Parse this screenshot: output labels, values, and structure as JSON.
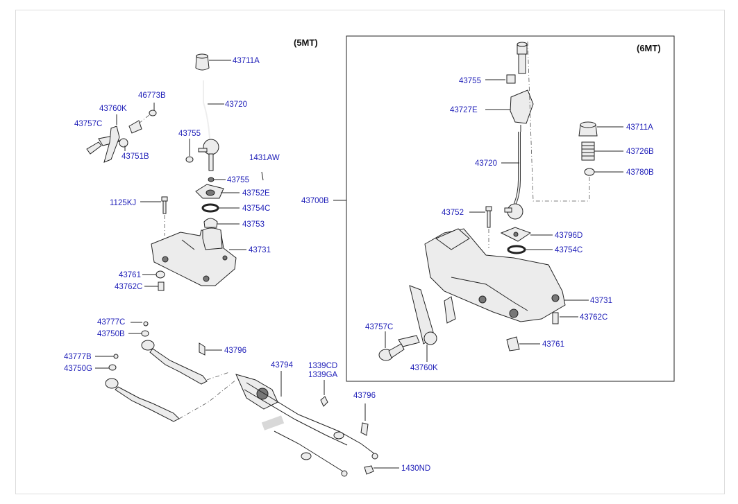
{
  "headers": {
    "mt5": "(5MT)",
    "mt6": "(6MT)"
  },
  "labels": {
    "p43711A_5": "43711A",
    "p43720_5": "43720",
    "p46773B": "46773B",
    "p43760K_5": "43760K",
    "p43757C_5": "43757C",
    "p43751B": "43751B",
    "p43755_5a": "43755",
    "p1431AW": "1431AW",
    "p43755_5b": "43755",
    "p43752E": "43752E",
    "p1125KJ": "1125KJ",
    "p43754C_5": "43754C",
    "p43753": "43753",
    "p43731_5": "43731",
    "p43761_5": "43761",
    "p43762C_5": "43762C",
    "p43700B": "43700B",
    "p43777C": "43777C",
    "p43750B": "43750B",
    "p43796_a": "43796",
    "p43777B": "43777B",
    "p43750G": "43750G",
    "p43794": "43794",
    "p1339CD": "1339CD",
    "p1339GA": "1339GA",
    "p43796_b": "43796",
    "p1430ND": "1430ND",
    "p43755_6": "43755",
    "p43727E": "43727E",
    "p43711A_6": "43711A",
    "p43726B": "43726B",
    "p43780B": "43780B",
    "p43720_6": "43720",
    "p43752": "43752",
    "p43796D": "43796D",
    "p43754C_6": "43754C",
    "p43731_6": "43731",
    "p43762C_6": "43762C",
    "p43757C_6": "43757C",
    "p43761_6": "43761",
    "p43760K_6": "43760K"
  }
}
